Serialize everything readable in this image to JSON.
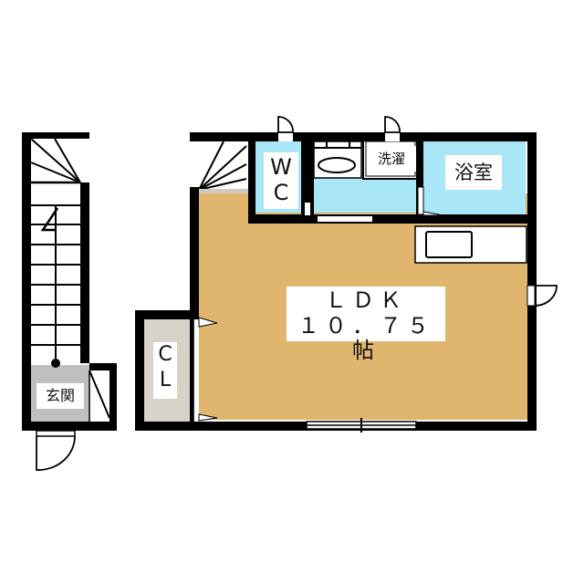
{
  "floorplan": {
    "rooms": {
      "ldk": {
        "name": "ＬＤＫ",
        "size": "１０．７５帖"
      },
      "wc": {
        "line1": "W",
        "line2": "C"
      },
      "bath": {
        "name": "浴室"
      },
      "washer": {
        "name": "洗濯"
      },
      "entrance": {
        "name": "玄関"
      },
      "closet": {
        "line1": "C",
        "line2": "L"
      }
    },
    "colors": {
      "wall": "#000000",
      "ldk_floor": "#E0B66E",
      "wet_area": "#A9E6F7",
      "closet": "#D7D3C8",
      "entrance": "#BFBFBF",
      "background": "#FFFFFF"
    }
  }
}
